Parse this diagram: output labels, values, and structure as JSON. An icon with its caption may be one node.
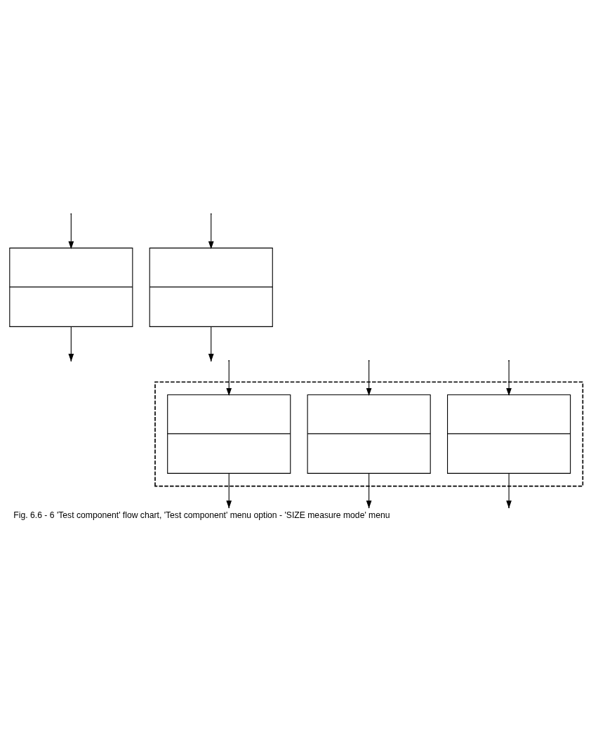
{
  "diagram": {
    "caption": "Fig. 6.6 - 6 'Test component' flow chart, 'Test component' menu option - 'SIZE measure mode' menu",
    "nodes": [
      {
        "text": [],
        "shape": "box"
      },
      {
        "text": [],
        "shape": "box"
      },
      {
        "text": [],
        "shape": "box"
      },
      {
        "text": [],
        "shape": "box",
        "in": 0
      },
      {
        "text": [],
        "shape": "box",
        "in": 0
      },
      {
        "text": [],
        "shape": "box",
        "in": 0
      }
    ],
    "edges": [
      {
        "from": 1,
        "to": null,
        "arrow": "to"
      },
      {
        "from": 2,
        "to": null,
        "arrow": "to"
      },
      {
        "from": 3,
        "to": null,
        "arrow": "to"
      },
      {
        "from": 4,
        "to": null,
        "arrow": "to"
      },
      {
        "from": 5,
        "to": null,
        "arrow": "to"
      },
      {
        "from": null,
        "to": 1,
        "arrow": "to"
      },
      {
        "from": null,
        "to": 2,
        "arrow": "to"
      },
      {
        "from": null,
        "to": 3,
        "arrow": "to"
      },
      {
        "from": null,
        "to": 4,
        "arrow": "to"
      },
      {
        "from": null,
        "to": 5,
        "arrow": "to"
      }
    ]
  }
}
